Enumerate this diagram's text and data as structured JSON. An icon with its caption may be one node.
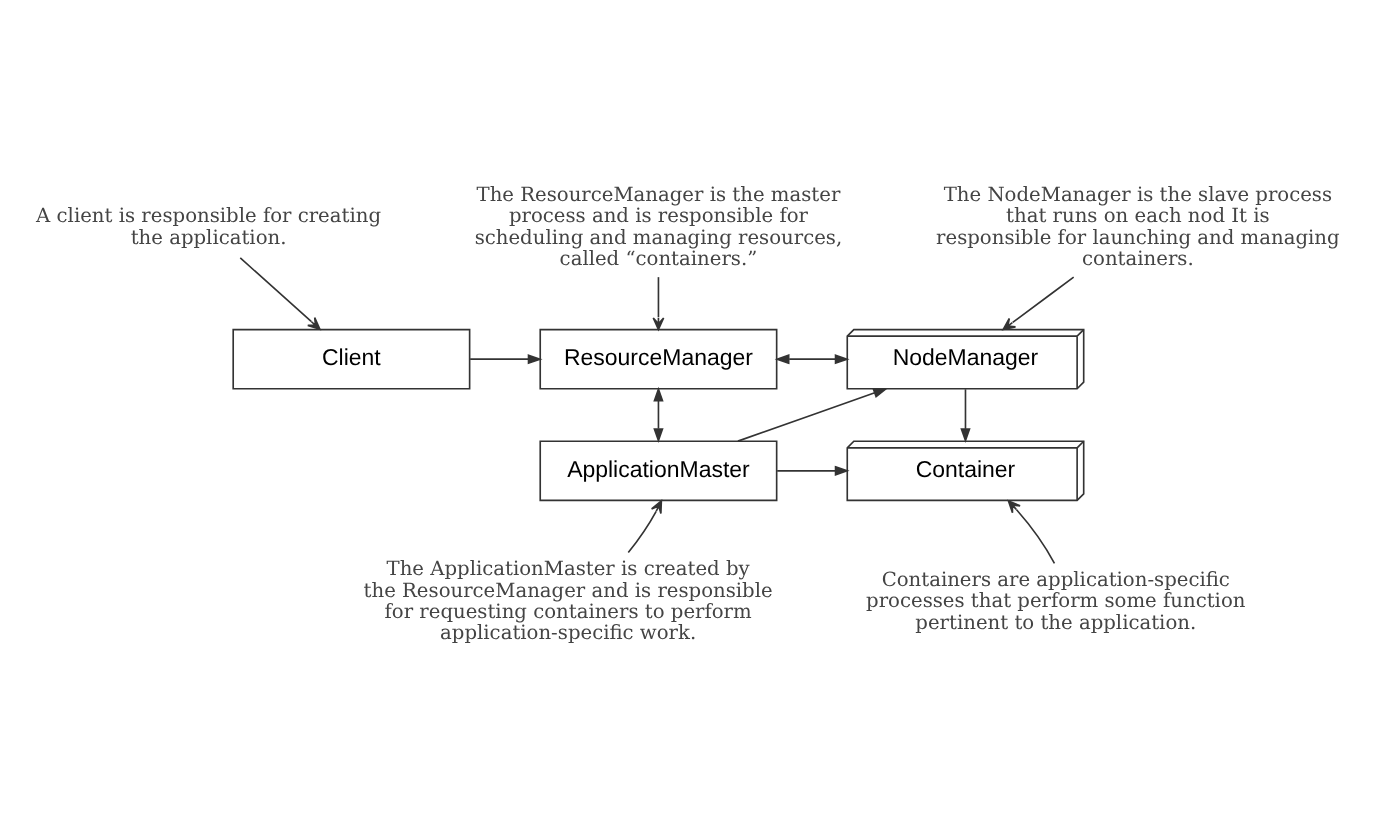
{
  "diagram": {
    "nodes": [
      {
        "text": [
          "Client"
        ]
      },
      {
        "text": [
          "ResourceManager"
        ]
      },
      {
        "text": [
          "NodeManager"
        ]
      },
      {
        "text": [
          "ApplicationMaster"
        ]
      },
      {
        "text": [
          "Container"
        ]
      },
      {
        "text": [
          "A client is responsible for creating the application."
        ]
      },
      {
        "text": [
          "The ResourceManager is the master process and is responsible for scheduling and managing resources, called “containers.”"
        ]
      },
      {
        "text": [
          "The NodeManager is the slave process that runs on each nod It is responsible for launching and managing containers."
        ]
      },
      {
        "text": [
          "The ApplicationMaster is created by the ResourceManager and is responsible for requesting containers to perform application-specific work."
        ]
      },
      {
        "text": [
          "Containers are application-specific processes that perform some function pertinent to the application."
        ]
      }
    ],
    "edges": [
      {
        "from": 0,
        "to": 1,
        "arrow": "to"
      },
      {
        "from": 1,
        "to": 2,
        "arrow": "both"
      },
      {
        "from": 1,
        "to": 3,
        "arrow": "both"
      },
      {
        "from": 3,
        "to": 2,
        "arrow": "to"
      },
      {
        "from": 3,
        "to": 4,
        "arrow": "to"
      },
      {
        "from": 2,
        "to": 4,
        "arrow": "to"
      },
      {
        "from": 5,
        "to": 0,
        "arrow": "to"
      },
      {
        "from": 6,
        "to": 1,
        "arrow": "to"
      },
      {
        "from": 7,
        "to": 2,
        "arrow": "to"
      },
      {
        "from": 8,
        "to": 3,
        "arrow": "to"
      },
      {
        "from": 9,
        "to": 4,
        "arrow": "to"
      }
    ]
  }
}
